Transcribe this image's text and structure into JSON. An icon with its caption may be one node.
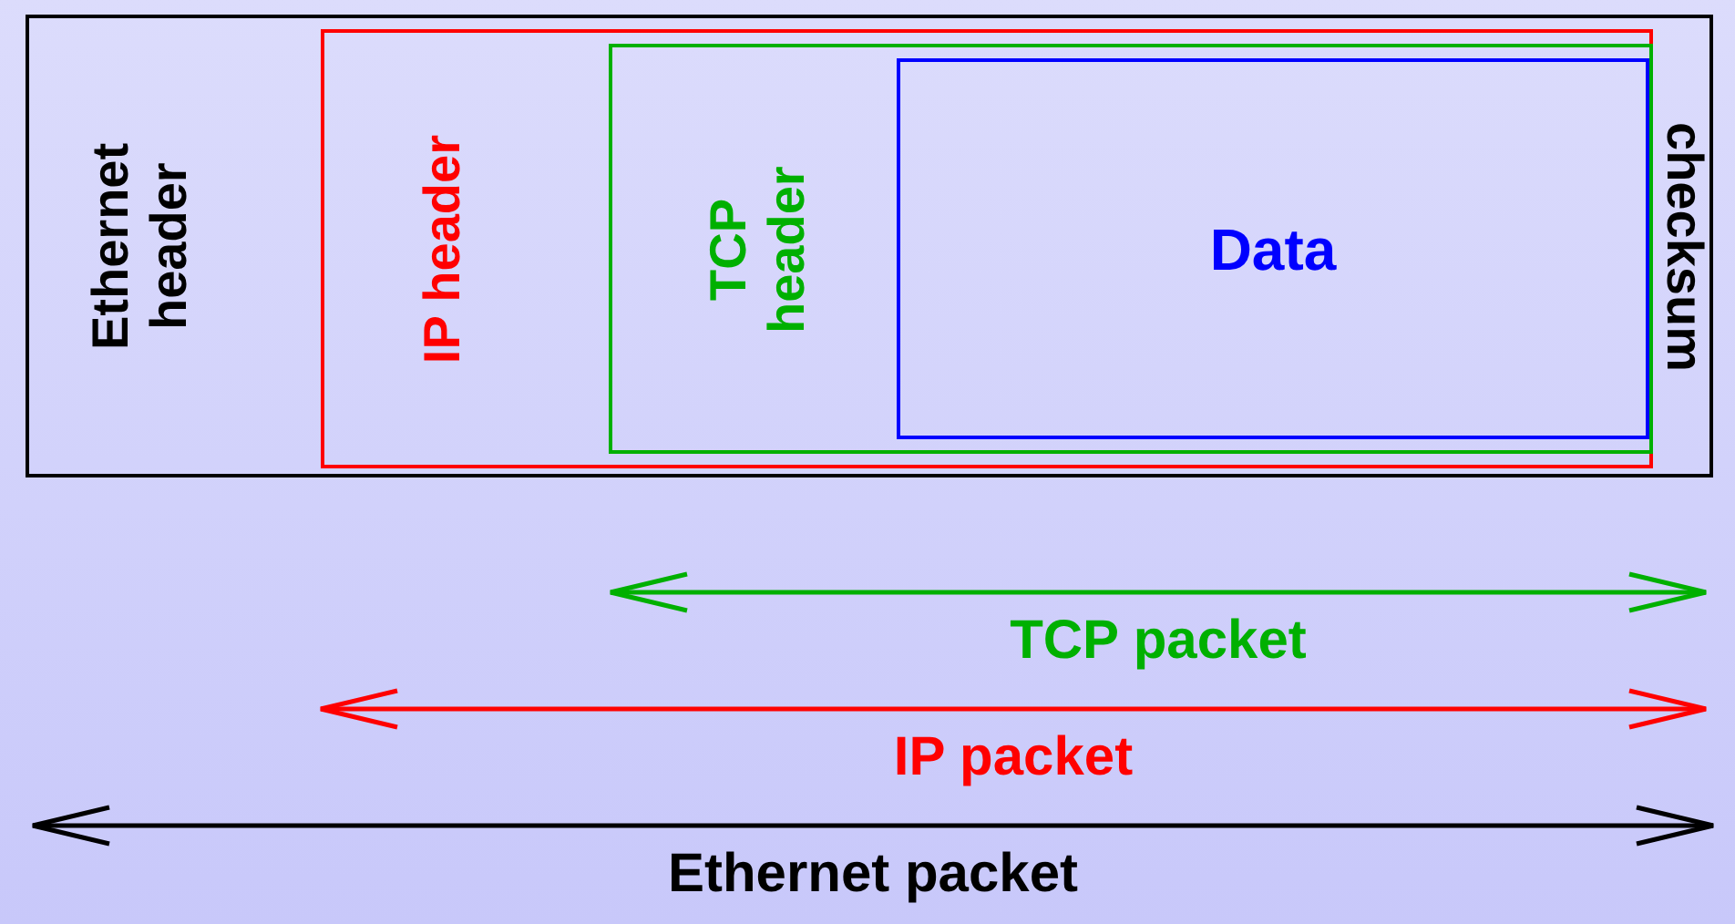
{
  "diagram": {
    "nodes": [
      {
        "text": [
          "Ethernet header",
          "checksum"
        ]
      },
      {
        "text": [
          "IP header"
        ],
        "in": 0
      },
      {
        "text": [
          "TCP header"
        ],
        "in": 1
      },
      {
        "text": [
          "Data"
        ],
        "in": 2
      }
    ],
    "labels": [
      "TCP packet",
      "IP packet",
      "Ethernet packet"
    ]
  }
}
